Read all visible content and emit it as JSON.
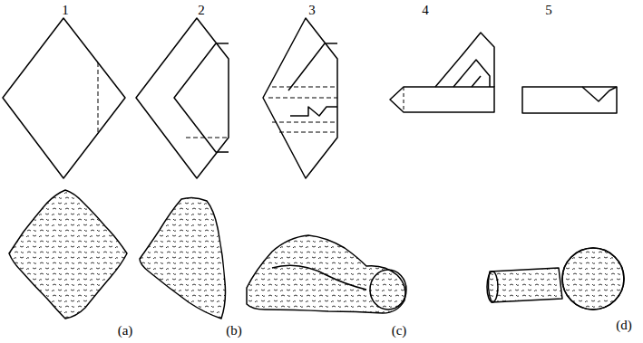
{
  "diagram": {
    "labels": [
      "1",
      "2",
      "3",
      "4",
      "5",
      "(a)",
      "(b)",
      "(c)",
      "(d)"
    ]
  }
}
